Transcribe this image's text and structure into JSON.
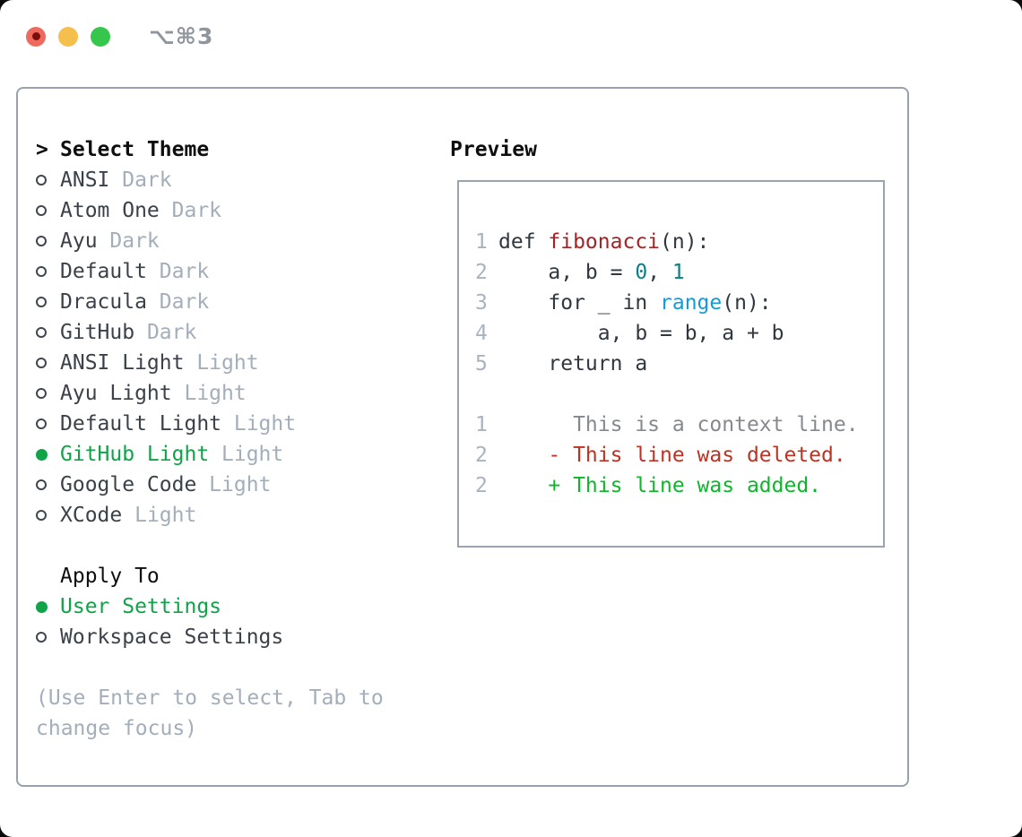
{
  "window": {
    "title": "⌥⌘3",
    "traffic_lights": [
      "close-icon",
      "minimize-icon",
      "zoom-icon"
    ]
  },
  "theme_panel": {
    "prompt": ">",
    "header": "Select Theme",
    "themes": [
      {
        "name": "ANSI",
        "variant": "Dark",
        "selected": false
      },
      {
        "name": "Atom One",
        "variant": "Dark",
        "selected": false
      },
      {
        "name": "Ayu",
        "variant": "Dark",
        "selected": false
      },
      {
        "name": "Default",
        "variant": "Dark",
        "selected": false
      },
      {
        "name": "Dracula",
        "variant": "Dark",
        "selected": false
      },
      {
        "name": "GitHub",
        "variant": "Dark",
        "selected": false
      },
      {
        "name": "ANSI Light",
        "variant": "Light",
        "selected": false
      },
      {
        "name": "Ayu Light",
        "variant": "Light",
        "selected": false
      },
      {
        "name": "Default Light",
        "variant": "Light",
        "selected": false
      },
      {
        "name": "GitHub Light",
        "variant": "Light",
        "selected": true
      },
      {
        "name": "Google Code",
        "variant": "Light",
        "selected": false
      },
      {
        "name": "XCode",
        "variant": "Light",
        "selected": false
      }
    ],
    "apply_to": {
      "header": "Apply To",
      "options": [
        {
          "label": "User Settings",
          "selected": true
        },
        {
          "label": "Workspace Settings",
          "selected": false
        }
      ]
    },
    "hint": "(Use Enter to select, Tab to change focus)"
  },
  "preview": {
    "header": "Preview",
    "code_lines": [
      {
        "num": "1",
        "tokens": [
          {
            "t": "def ",
            "c": "fg"
          },
          {
            "t": "fibonacci",
            "c": "func"
          },
          {
            "t": "(n):",
            "c": "fg"
          }
        ]
      },
      {
        "num": "2",
        "tokens": [
          {
            "t": "    a, b = ",
            "c": "fg"
          },
          {
            "t": "0",
            "c": "num"
          },
          {
            "t": ", ",
            "c": "fg"
          },
          {
            "t": "1",
            "c": "num"
          }
        ]
      },
      {
        "num": "3",
        "tokens": [
          {
            "t": "    for _ in ",
            "c": "fg"
          },
          {
            "t": "range",
            "c": "builtin"
          },
          {
            "t": "(n):",
            "c": "fg"
          }
        ]
      },
      {
        "num": "4",
        "tokens": [
          {
            "t": "        a, b = b, a + b",
            "c": "fg"
          }
        ]
      },
      {
        "num": "5",
        "tokens": [
          {
            "t": "    return a",
            "c": "fg"
          }
        ]
      }
    ],
    "diff_lines": [
      {
        "num": "1",
        "tokens": [
          {
            "t": "      This is a context line.",
            "c": "ctx"
          }
        ]
      },
      {
        "num": "2",
        "tokens": [
          {
            "t": "    - This line was deleted.",
            "c": "del"
          }
        ]
      },
      {
        "num": "2",
        "tokens": [
          {
            "t": "    + This line was added.",
            "c": "add"
          }
        ]
      }
    ]
  },
  "colors": {
    "selection_green": "#10a347",
    "syntax_function_red": "#a52327",
    "syntax_number_teal": "#0d7e86",
    "syntax_builtin_blue": "#129bd8",
    "diff_deleted_red": "#bf3222",
    "diff_added_green": "#0eb62b",
    "muted_gray": "#a3aeba",
    "panel_border_gray": "#98a2ad",
    "traffic_red": "#ee6a5e",
    "traffic_yellow": "#f5bf4e",
    "traffic_green": "#36c64c"
  }
}
